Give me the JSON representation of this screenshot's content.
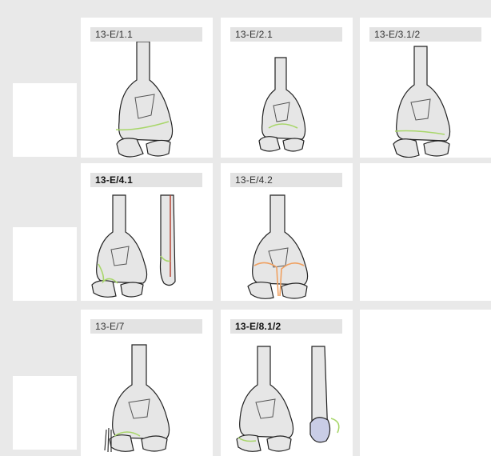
{
  "labels": {
    "r1c1": "13-E/1.1",
    "r1c2": "13-E/2.1",
    "r1c3": "13-E/3.1/2",
    "r2c1": "13-E/4.1",
    "r2c2": "13-E/4.2",
    "r3c1": "13-E/7",
    "r3c2": "13-E/8.1/2"
  },
  "colors": {
    "background_grid": "#e9e9e9",
    "bone_fill": "#e6e6e6",
    "bone_outline": "#222222",
    "fracture_green": "#a8d66a",
    "fracture_orange": "#f0a060",
    "fracture_red": "#b33a2a",
    "fragment_blue": "#c9cde6"
  }
}
